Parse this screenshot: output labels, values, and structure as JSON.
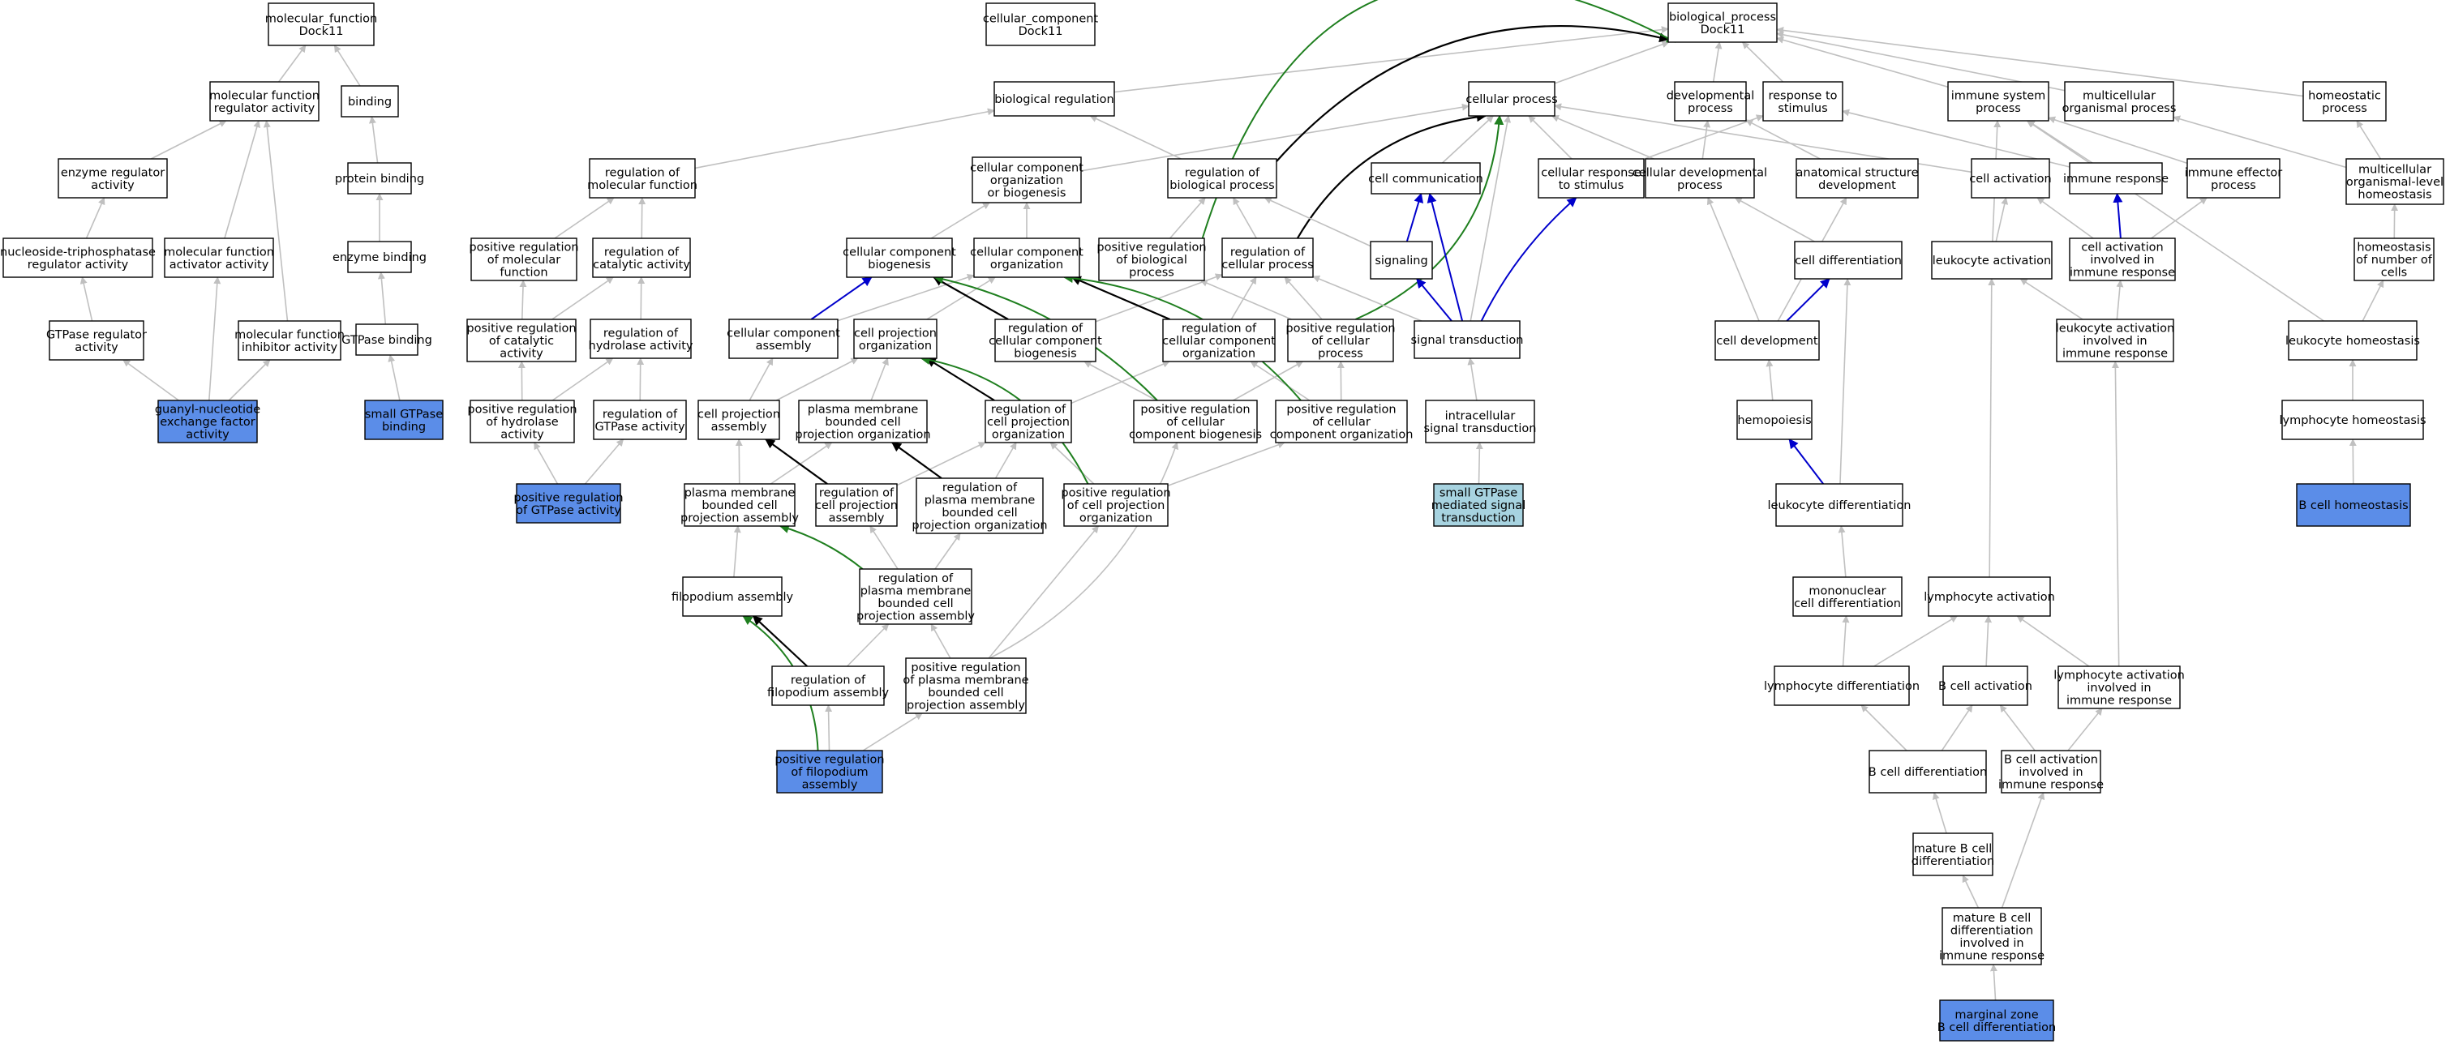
{
  "colors": {
    "background": "#ffffff",
    "node_border": "#000000",
    "node_fill": "#ffffff",
    "annotated_fill": "#5b8de8",
    "annotated_light_fill": "#a7d3e0",
    "edge_is_a": "#c0c0c0",
    "edge_part_of": "#000000",
    "edge_positively_regulates": "#1f7f1f",
    "edge_regulates": "#0000cc"
  },
  "nodes": {
    "mf_root": {
      "lines": [
        "molecular_function",
        "Dock11"
      ]
    },
    "cc_root": {
      "lines": [
        "cellular_component",
        "Dock11"
      ]
    },
    "bp_root": {
      "lines": [
        "biological_process",
        "Dock11"
      ]
    },
    "mf_reg": {
      "lines": [
        "molecular function",
        "regulator activity"
      ]
    },
    "binding": {
      "lines": [
        "binding"
      ]
    },
    "enz_reg": {
      "lines": [
        "enzyme regulator",
        "activity"
      ]
    },
    "protein_binding": {
      "lines": [
        "protein binding"
      ]
    },
    "ntp_reg": {
      "lines": [
        "nucleoside-triphosphatase",
        "regulator activity"
      ]
    },
    "mf_act": {
      "lines": [
        "molecular function",
        "activator activity"
      ]
    },
    "enzyme_binding": {
      "lines": [
        "enzyme binding"
      ]
    },
    "gtpase_reg": {
      "lines": [
        "GTPase regulator",
        "activity"
      ]
    },
    "mf_inh": {
      "lines": [
        "molecular function",
        "inhibitor activity"
      ]
    },
    "gtpase_binding": {
      "lines": [
        "GTPase binding"
      ]
    },
    "gef": {
      "lines": [
        "guanyl-nucleotide",
        "exchange factor",
        "activity"
      ]
    },
    "small_gtpase_binding": {
      "lines": [
        "small GTPase",
        "binding"
      ]
    },
    "bio_reg": {
      "lines": [
        "biological regulation"
      ]
    },
    "reg_mol_func": {
      "lines": [
        "regulation of",
        "molecular function"
      ]
    },
    "pos_reg_mol_func": {
      "lines": [
        "positive regulation",
        "of molecular",
        "function"
      ]
    },
    "reg_cat": {
      "lines": [
        "regulation of",
        "catalytic activity"
      ]
    },
    "pos_reg_cat": {
      "lines": [
        "positive regulation",
        "of catalytic",
        "activity"
      ]
    },
    "reg_hydro": {
      "lines": [
        "regulation of",
        "hydrolase activity"
      ]
    },
    "pos_reg_hydro": {
      "lines": [
        "positive regulation",
        "of hydrolase",
        "activity"
      ]
    },
    "reg_gtpase": {
      "lines": [
        "regulation of",
        "GTPase activity"
      ]
    },
    "pos_reg_gtpase": {
      "lines": [
        "positive regulation",
        "of GTPase activity"
      ]
    },
    "cc_org_bio": {
      "lines": [
        "cellular component",
        "organization",
        "or biogenesis"
      ]
    },
    "cell_process": {
      "lines": [
        "cellular process"
      ]
    },
    "reg_bio_proc": {
      "lines": [
        "regulation of",
        "biological process"
      ]
    },
    "cc_biogenesis": {
      "lines": [
        "cellular component",
        "biogenesis"
      ]
    },
    "cc_org": {
      "lines": [
        "cellular component",
        "organization"
      ]
    },
    "pos_reg_bio_proc": {
      "lines": [
        "positive regulation",
        "of biological",
        "process"
      ]
    },
    "reg_cell_proc": {
      "lines": [
        "regulation of",
        "cellular process"
      ]
    },
    "cc_assembly": {
      "lines": [
        "cellular component",
        "assembly"
      ]
    },
    "cell_proj_org": {
      "lines": [
        "cell projection",
        "organization"
      ]
    },
    "reg_cc_biogenesis": {
      "lines": [
        "regulation of",
        "cellular component",
        "biogenesis"
      ]
    },
    "reg_cc_org": {
      "lines": [
        "regulation of",
        "cellular component",
        "organization"
      ]
    },
    "pos_reg_cell_proc": {
      "lines": [
        "positive regulation",
        "of cellular",
        "process"
      ]
    },
    "cell_proj_assembly": {
      "lines": [
        "cell projection",
        "assembly"
      ]
    },
    "pm_cell_proj_org": {
      "lines": [
        "plasma membrane",
        "bounded cell",
        "projection organization"
      ]
    },
    "reg_cell_proj_org": {
      "lines": [
        "regulation of",
        "cell projection",
        "organization"
      ]
    },
    "pos_reg_cc_biogenesis": {
      "lines": [
        "positive regulation",
        "of cellular",
        "component biogenesis"
      ]
    },
    "pos_reg_cc_org": {
      "lines": [
        "positive regulation",
        "of cellular",
        "component organization"
      ]
    },
    "pm_cell_proj_assembly": {
      "lines": [
        "plasma membrane",
        "bounded cell",
        "projection assembly"
      ]
    },
    "reg_cell_proj_assembly": {
      "lines": [
        "regulation of",
        "cell projection",
        "assembly"
      ]
    },
    "reg_pm_cell_proj_org": {
      "lines": [
        "regulation of",
        "plasma membrane",
        "bounded cell",
        "projection organization"
      ]
    },
    "pos_reg_cell_proj_org": {
      "lines": [
        "positive regulation",
        "of cell projection",
        "organization"
      ]
    },
    "filopodium_assembly": {
      "lines": [
        "filopodium assembly"
      ]
    },
    "reg_pm_cell_proj_assembly": {
      "lines": [
        "regulation of",
        "plasma membrane",
        "bounded cell",
        "projection assembly"
      ]
    },
    "reg_filopodium": {
      "lines": [
        "regulation of",
        "filopodium assembly"
      ]
    },
    "pos_reg_pm_cell_proj_assembly": {
      "lines": [
        "positive regulation",
        "of plasma membrane",
        "bounded cell",
        "projection assembly"
      ]
    },
    "pos_reg_filopodium": {
      "lines": [
        "positive regulation",
        "of filopodium",
        "assembly"
      ]
    },
    "cell_comm": {
      "lines": [
        "cell communication"
      ]
    },
    "signaling": {
      "lines": [
        "signaling"
      ]
    },
    "signal_transduction": {
      "lines": [
        "signal transduction"
      ]
    },
    "intra_signal": {
      "lines": [
        "intracellular",
        "signal transduction"
      ]
    },
    "small_gtpase_signal": {
      "lines": [
        "small GTPase",
        "mediated signal",
        "transduction"
      ]
    },
    "dev_process": {
      "lines": [
        "developmental",
        "process"
      ]
    },
    "response_stimulus": {
      "lines": [
        "response to",
        "stimulus"
      ]
    },
    "cell_response_stimulus": {
      "lines": [
        "cellular response",
        "to stimulus"
      ]
    },
    "cell_dev_process": {
      "lines": [
        "cellular developmental",
        "process"
      ]
    },
    "anat_struct_dev": {
      "lines": [
        "anatomical structure",
        "development"
      ]
    },
    "cell_diff": {
      "lines": [
        "cell differentiation"
      ]
    },
    "cell_dev": {
      "lines": [
        "cell development"
      ]
    },
    "hemopoiesis": {
      "lines": [
        "hemopoiesis"
      ]
    },
    "leuk_diff": {
      "lines": [
        "leukocyte differentiation"
      ]
    },
    "mono_diff": {
      "lines": [
        "mononuclear",
        "cell differentiation"
      ]
    },
    "lymph_diff": {
      "lines": [
        "lymphocyte differentiation"
      ]
    },
    "immune_system_process": {
      "lines": [
        "immune system",
        "process"
      ]
    },
    "multi_org_process": {
      "lines": [
        "multicellular",
        "organismal process"
      ]
    },
    "homeostatic_process": {
      "lines": [
        "homeostatic",
        "process"
      ]
    },
    "cell_activation": {
      "lines": [
        "cell activation"
      ]
    },
    "immune_response": {
      "lines": [
        "immune response"
      ]
    },
    "immune_effector": {
      "lines": [
        "immune effector",
        "process"
      ]
    },
    "multi_homeostasis": {
      "lines": [
        "multicellular",
        "organismal-level",
        "homeostasis"
      ]
    },
    "leuk_activation": {
      "lines": [
        "leukocyte activation"
      ]
    },
    "cell_act_immune": {
      "lines": [
        "cell activation",
        "involved in",
        "immune response"
      ]
    },
    "homeo_num_cells": {
      "lines": [
        "homeostasis",
        "of number of",
        "cells"
      ]
    },
    "leuk_act_immune": {
      "lines": [
        "leukocyte activation",
        "involved in",
        "immune response"
      ]
    },
    "leuk_homeostasis": {
      "lines": [
        "leukocyte homeostasis"
      ]
    },
    "lymph_homeostasis": {
      "lines": [
        "lymphocyte homeostasis"
      ]
    },
    "b_homeostasis": {
      "lines": [
        "B cell homeostasis"
      ]
    },
    "lymph_activation": {
      "lines": [
        "lymphocyte activation"
      ]
    },
    "b_activation": {
      "lines": [
        "B cell activation"
      ]
    },
    "lymph_act_immune": {
      "lines": [
        "lymphocyte activation",
        "involved in",
        "immune response"
      ]
    },
    "b_diff": {
      "lines": [
        "B cell differentiation"
      ]
    },
    "b_act_immune": {
      "lines": [
        "B cell activation",
        "involved in",
        "immune response"
      ]
    },
    "mature_b_diff": {
      "lines": [
        "mature B cell",
        "differentiation"
      ]
    },
    "mature_b_diff_immune": {
      "lines": [
        "mature B cell",
        "differentiation",
        "involved in",
        "immune response"
      ]
    },
    "marginal_zone": {
      "lines": [
        "marginal zone",
        "B cell differentiation"
      ]
    }
  }
}
